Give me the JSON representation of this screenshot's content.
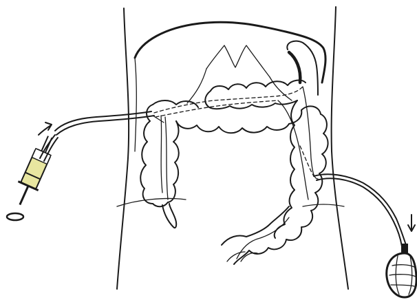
{
  "figure": {
    "caption": ""
  },
  "colors": {
    "ink": "#1a1a1a",
    "syringe_fill": "#e8e6a0",
    "paper": "#ffffff"
  },
  "parts": [
    "abdomen-outline",
    "ribcage",
    "transverse-colon",
    "ascending-colon",
    "descending-colon",
    "sigmoid-colon",
    "syringe",
    "irrigation-tube",
    "drainage-tube",
    "drainage-bulb"
  ]
}
